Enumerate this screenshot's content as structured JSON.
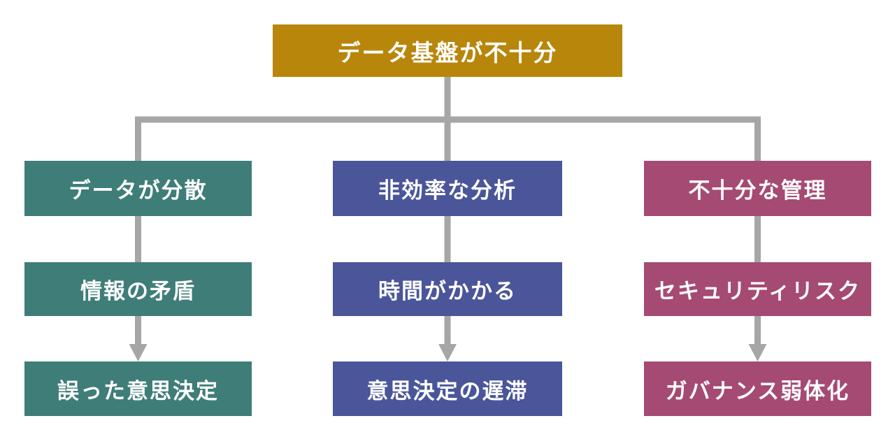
{
  "diagram": {
    "root": {
      "label": "データ基盤が不十分",
      "color": "#B8860B"
    },
    "columns": [
      {
        "color": "#3F7D78",
        "nodes": [
          "データが分散",
          "情報の矛盾",
          "誤った意思決定"
        ]
      },
      {
        "color": "#4A5699",
        "nodes": [
          "非効率な分析",
          "時間がかかる",
          "意思決定の遅滞"
        ]
      },
      {
        "color": "#A54A73",
        "nodes": [
          "不十分な管理",
          "セキュリティリスク",
          "ガバナンス弱体化"
        ]
      }
    ]
  },
  "colors": {
    "connector": "#A6A6A6",
    "text": "#FFFFFF",
    "background": "#FFFFFF"
  }
}
